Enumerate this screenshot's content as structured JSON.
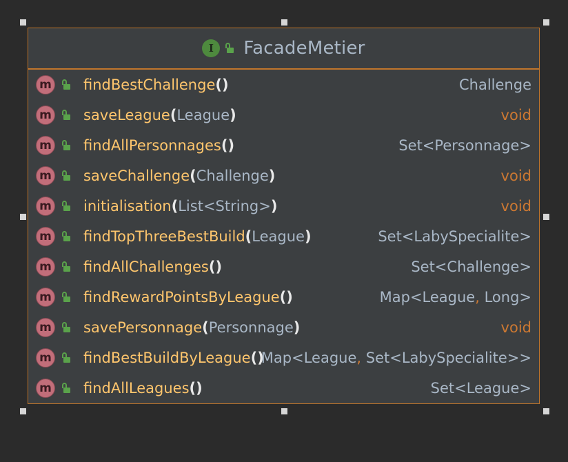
{
  "class": {
    "name": "FacadeMetier",
    "kind_icon": "interface-icon",
    "kind_letter": "I",
    "visibility_icon": "public-lock-icon"
  },
  "colors": {
    "background": "#2b2b2b",
    "box_fill": "#3c3f41",
    "border": "#c1762c",
    "method_name": "#ffc66d",
    "type_text": "#a9b7c6",
    "void_keyword": "#cc7832",
    "method_icon": "#c26e7a",
    "interface_icon": "#4e8a3e",
    "lock": "#5aa24b"
  },
  "method_icon_letter": "m",
  "methods": [
    {
      "name": "findBestChallenge",
      "params": "",
      "return_type": "Challenge"
    },
    {
      "name": "saveLeague",
      "params": "League",
      "return_type": "void"
    },
    {
      "name": "findAllPersonnages",
      "params": "",
      "return_type": "Set<Personnage>"
    },
    {
      "name": "saveChallenge",
      "params": "Challenge",
      "return_type": "void"
    },
    {
      "name": "initialisation",
      "params": "List<String>",
      "return_type": "void"
    },
    {
      "name": "findTopThreeBestBuild",
      "params": "League",
      "return_type": "Set<LabySpecialite>"
    },
    {
      "name": "findAllChallenges",
      "params": "",
      "return_type": "Set<Challenge>"
    },
    {
      "name": "findRewardPointsByLeague",
      "params": "",
      "return_type": "Map<League, Long>"
    },
    {
      "name": "savePersonnage",
      "params": "Personnage",
      "return_type": "void"
    },
    {
      "name": "findBestBuildByLeague",
      "params": "",
      "return_type": "Map<League, Set<LabySpecialite>>"
    },
    {
      "name": "findAllLeagues",
      "params": "",
      "return_type": "Set<League>"
    }
  ]
}
